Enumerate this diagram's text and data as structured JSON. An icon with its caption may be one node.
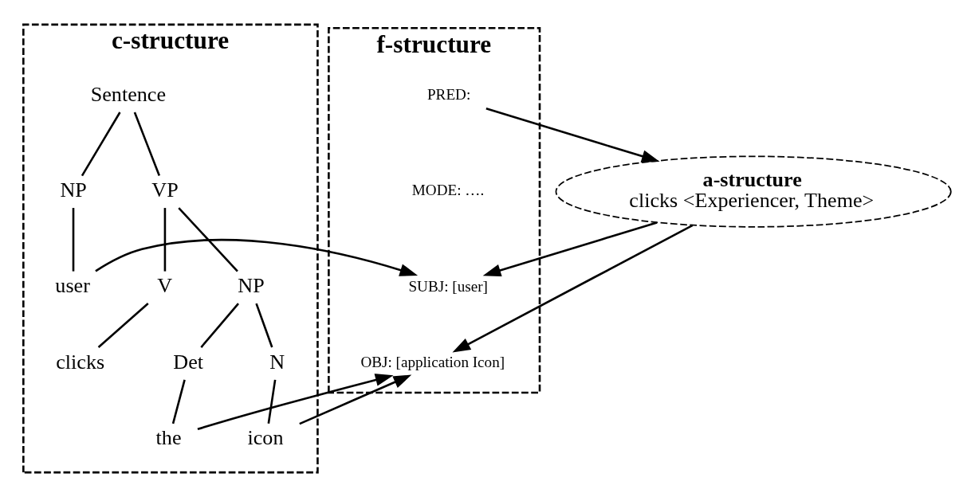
{
  "diagram": {
    "nodes": [
      {
        "text": [
          "a-structure",
          "clicks <Experiencer, Theme>"
        ]
      },
      {
        "text": [
          "f-structure"
        ]
      },
      {
        "text": [
          "PRED:"
        ],
        "in": 1
      },
      {
        "text": [
          "MODE: …."
        ],
        "in": 1
      },
      {
        "text": [
          "SUBJ: [user]"
        ],
        "in": 1
      },
      {
        "text": [
          "OBJ: [application Icon]"
        ],
        "in": 1
      },
      {
        "text": [
          "c-structure"
        ]
      },
      {
        "text": [
          "Sentence"
        ],
        "in": 6
      },
      {
        "text": [
          "NP"
        ],
        "in": 6
      },
      {
        "text": [
          "VP"
        ],
        "in": 6
      },
      {
        "text": [
          "user"
        ],
        "in": 6
      },
      {
        "text": [
          "V"
        ],
        "in": 6
      },
      {
        "text": [
          "NP"
        ],
        "in": 6
      },
      {
        "text": [
          "clicks"
        ],
        "in": 6
      },
      {
        "text": [
          "Det"
        ],
        "in": 6
      },
      {
        "text": [
          "N"
        ],
        "in": 6
      },
      {
        "text": [
          "the"
        ],
        "in": 6
      },
      {
        "text": [
          "icon"
        ],
        "in": 6
      }
    ],
    "edges": [
      {
        "from": 2,
        "to": 0,
        "arrow": "to"
      },
      {
        "from": 0,
        "to": 4,
        "arrow": "to"
      },
      {
        "from": 10,
        "to": 4,
        "arrow": "to"
      },
      {
        "from": 0,
        "to": 5,
        "arrow": "to"
      },
      {
        "from": 16,
        "to": 5,
        "arrow": "to"
      },
      {
        "from": 17,
        "to": 5,
        "arrow": "to"
      },
      {
        "from": 7,
        "to": 8,
        "arrow": "none"
      },
      {
        "from": 7,
        "to": 9,
        "arrow": "none"
      },
      {
        "from": 8,
        "to": 10,
        "arrow": "none"
      },
      {
        "from": 9,
        "to": 11,
        "arrow": "none"
      },
      {
        "from": 9,
        "to": 12,
        "arrow": "none"
      },
      {
        "from": 11,
        "to": 13,
        "arrow": "none"
      },
      {
        "from": 12,
        "to": 14,
        "arrow": "none"
      },
      {
        "from": 12,
        "to": 15,
        "arrow": "none"
      },
      {
        "from": 14,
        "to": 16,
        "arrow": "none"
      },
      {
        "from": 15,
        "to": 17,
        "arrow": "none"
      }
    ]
  }
}
